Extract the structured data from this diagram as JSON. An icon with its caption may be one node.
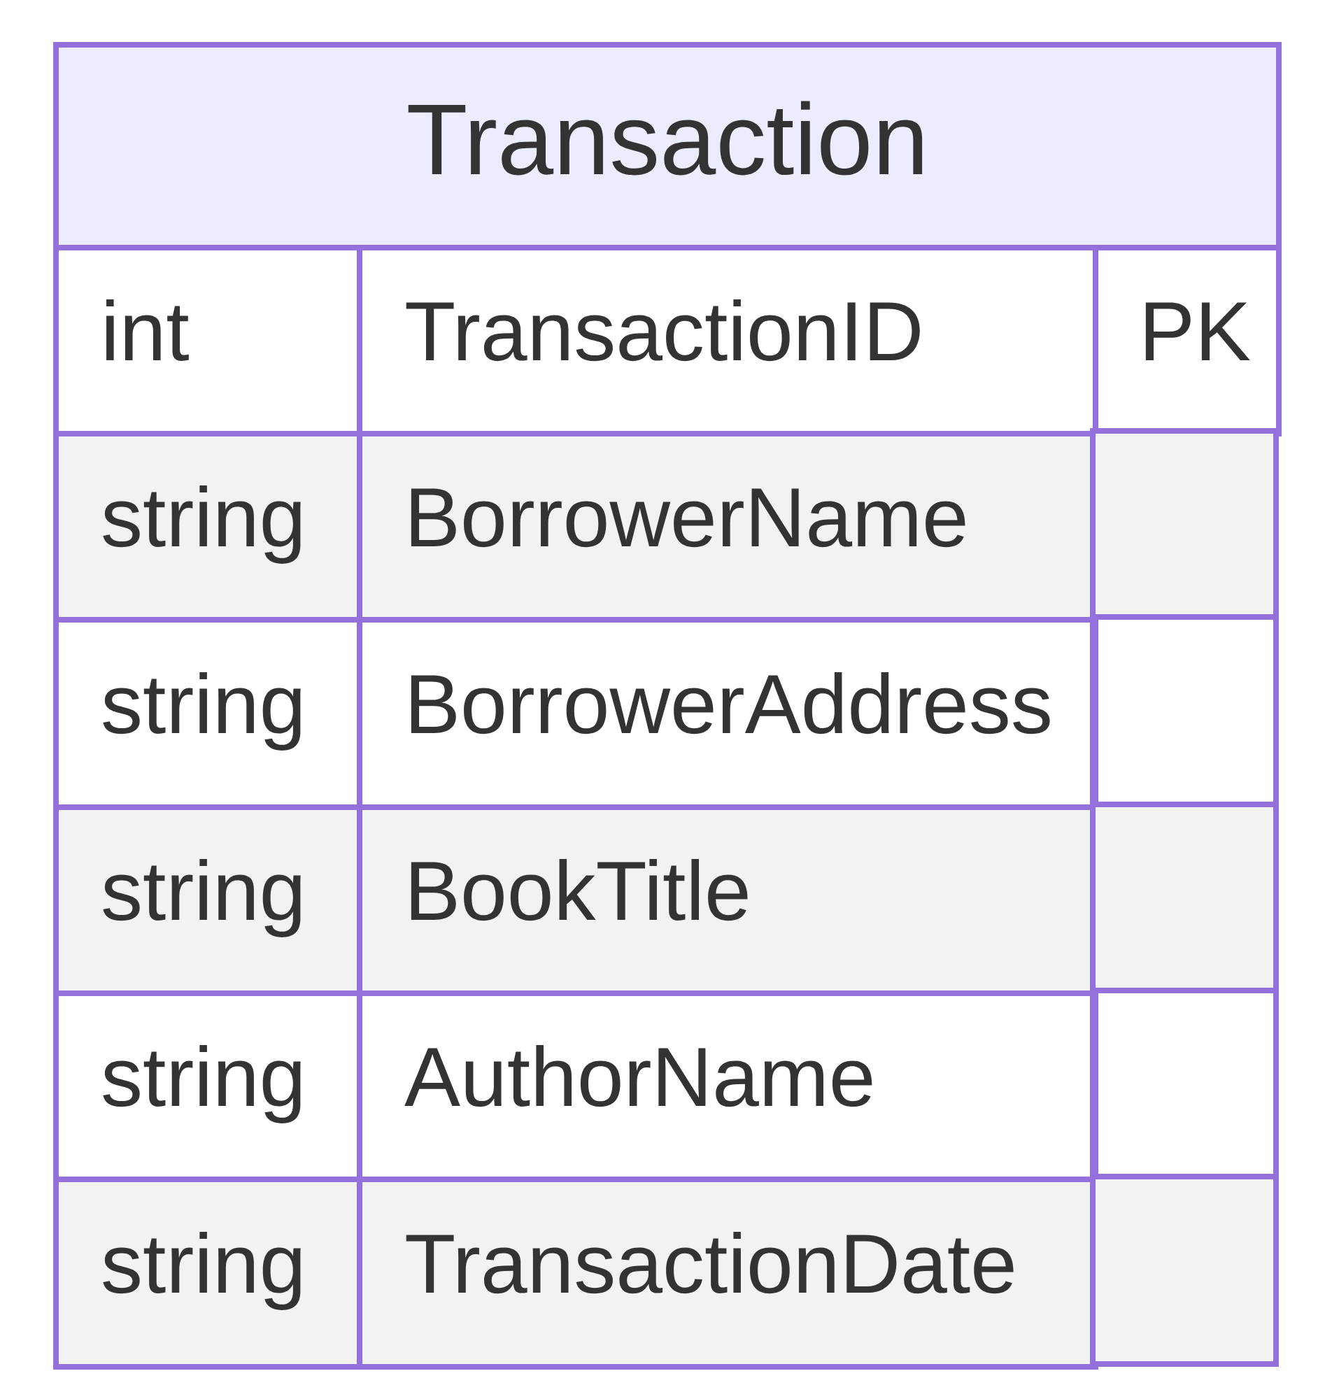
{
  "diagram": {
    "nodes": [
      {
        "text": [
          "Transaction"
        ]
      }
    ],
    "labels": [
      "int",
      "TransactionID",
      "PK",
      "string",
      "BorrowerName",
      "string",
      "BorrowerAddress",
      "string",
      "BookTitle",
      "string",
      "AuthorName",
      "string",
      "TransactionDate"
    ]
  }
}
